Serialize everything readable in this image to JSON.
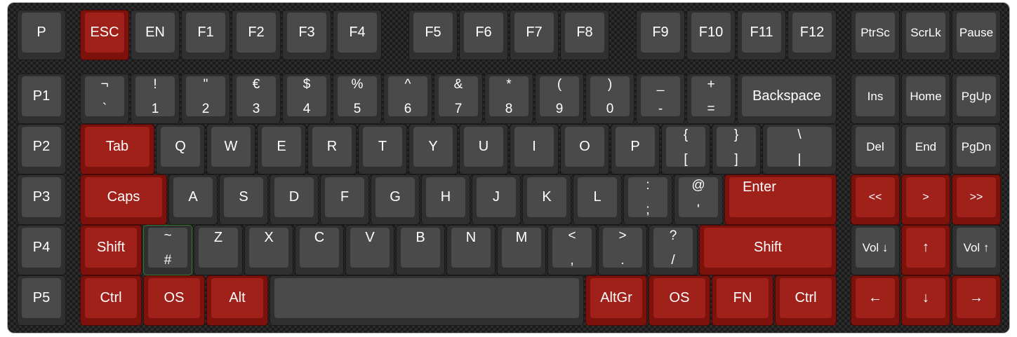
{
  "colors": {
    "dark_key": "#4a4a4a",
    "accent_key": "#a0211a",
    "board": "#1b1b1b",
    "highlight_border": "#2f7a2f"
  },
  "macro": [
    "P",
    "P1",
    "P2",
    "P3",
    "P4",
    "P5"
  ],
  "fn_row": [
    "ESC",
    "EN",
    "F1",
    "F2",
    "F3",
    "F4",
    "F5",
    "F6",
    "F7",
    "F8",
    "F9",
    "F10",
    "F11",
    "F12"
  ],
  "nav_top": [
    "PtrSc",
    "ScrLk",
    "Pause"
  ],
  "number_row": [
    {
      "top": "¬",
      "bottom": "`"
    },
    {
      "top": "!",
      "bottom": "1"
    },
    {
      "top": "\"",
      "bottom": "2"
    },
    {
      "top": "€",
      "bottom": "3"
    },
    {
      "top": "$",
      "bottom": "4"
    },
    {
      "top": "%",
      "bottom": "5"
    },
    {
      "top": "^",
      "bottom": "6"
    },
    {
      "top": "&",
      "bottom": "7"
    },
    {
      "top": "*",
      "bottom": "8"
    },
    {
      "top": "(",
      "bottom": "9"
    },
    {
      "top": ")",
      "bottom": "0"
    },
    {
      "top": "_",
      "bottom": "-"
    },
    {
      "top": "+",
      "bottom": "="
    }
  ],
  "backspace": "Backspace",
  "nav1": [
    "Ins",
    "Home",
    "PgUp"
  ],
  "tab": "Tab",
  "qwerty": [
    "Q",
    "W",
    "E",
    "R",
    "T",
    "Y",
    "U",
    "I",
    "O",
    "P"
  ],
  "brackets": [
    {
      "top": "{",
      "bottom": "["
    },
    {
      "top": "}",
      "bottom": "]"
    },
    {
      "top": "\\",
      "bottom": "|"
    }
  ],
  "nav2": [
    "Del",
    "End",
    "PgDn"
  ],
  "caps": "Caps",
  "home_row": [
    "A",
    "S",
    "D",
    "F",
    "G",
    "H",
    "J",
    "K",
    "L"
  ],
  "home_sym": [
    {
      "top": ":",
      "bottom": ";"
    },
    {
      "top": "@",
      "bottom": "'"
    }
  ],
  "enter": "Enter",
  "media": [
    "<<",
    ">",
    ">>"
  ],
  "lshift": "Shift",
  "iso_key": {
    "top": "~",
    "bottom": "#"
  },
  "bottom_letters": [
    "Z",
    "X",
    "C",
    "V",
    "B",
    "N",
    "M"
  ],
  "bottom_sym": [
    {
      "top": "<",
      "bottom": ","
    },
    {
      "top": ">",
      "bottom": "."
    },
    {
      "top": "?",
      "bottom": "/"
    }
  ],
  "rshift": "Shift",
  "vol_down": "Vol ↓",
  "arrow_up": "↑",
  "vol_up": "Vol ↑",
  "mods_left": [
    "Ctrl",
    "OS",
    "Alt"
  ],
  "space": "",
  "mods_right": [
    "AltGr",
    "OS",
    "FN",
    "Ctrl"
  ],
  "arrows": [
    "←",
    "↓",
    "→"
  ]
}
